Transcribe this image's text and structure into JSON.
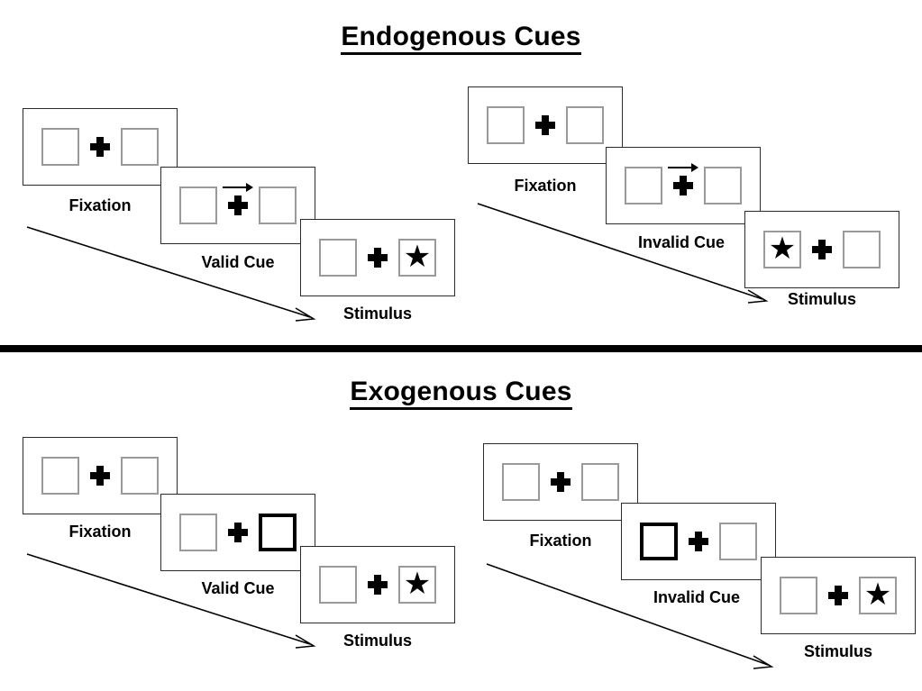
{
  "figure": {
    "sections": [
      {
        "id": "endogenous",
        "title": "Endogenous Cues",
        "groups": [
          {
            "id": "endogenous-valid",
            "panels": [
              {
                "caption": "Fixation",
                "cue_type": "none",
                "left_box": "empty",
                "right_box": "empty",
                "arrow": "none"
              },
              {
                "caption": "Valid Cue",
                "cue_type": "arrow",
                "left_box": "empty",
                "right_box": "empty",
                "arrow": "right"
              },
              {
                "caption": "Stimulus",
                "cue_type": "none",
                "left_box": "empty",
                "right_box": "star",
                "arrow": "none"
              }
            ]
          },
          {
            "id": "endogenous-invalid",
            "panels": [
              {
                "caption": "Fixation",
                "cue_type": "none",
                "left_box": "empty",
                "right_box": "empty",
                "arrow": "none"
              },
              {
                "caption": "Invalid Cue",
                "cue_type": "arrow",
                "left_box": "empty",
                "right_box": "empty",
                "arrow": "right"
              },
              {
                "caption": "Stimulus",
                "cue_type": "none",
                "left_box": "star",
                "right_box": "empty",
                "arrow": "none"
              }
            ]
          }
        ]
      },
      {
        "id": "exogenous",
        "title": "Exogenous Cues",
        "groups": [
          {
            "id": "exogenous-valid",
            "panels": [
              {
                "caption": "Fixation",
                "cue_type": "none",
                "left_box": "empty",
                "right_box": "empty",
                "arrow": "none"
              },
              {
                "caption": "Valid Cue",
                "cue_type": "box",
                "left_box": "empty",
                "right_box": "cued",
                "arrow": "none"
              },
              {
                "caption": "Stimulus",
                "cue_type": "none",
                "left_box": "empty",
                "right_box": "star",
                "arrow": "none"
              }
            ]
          },
          {
            "id": "exogenous-invalid",
            "panels": [
              {
                "caption": "Fixation",
                "cue_type": "none",
                "left_box": "empty",
                "right_box": "empty",
                "arrow": "none"
              },
              {
                "caption": "Invalid Cue",
                "cue_type": "box",
                "left_box": "cued",
                "right_box": "empty",
                "arrow": "none"
              },
              {
                "caption": "Stimulus",
                "cue_type": "none",
                "left_box": "empty",
                "right_box": "star",
                "arrow": "none"
              }
            ]
          }
        ]
      }
    ],
    "symbols": {
      "star_glyph": "★",
      "fixation_cross": "plus-sign",
      "arrow_direction": "right"
    },
    "colors": {
      "background": "#ffffff",
      "ink": "#000000",
      "panel_border": "#2b2b2b",
      "box_border": "#9a9a9a",
      "cued_box_border": "#000000",
      "divider": "#000000"
    }
  }
}
